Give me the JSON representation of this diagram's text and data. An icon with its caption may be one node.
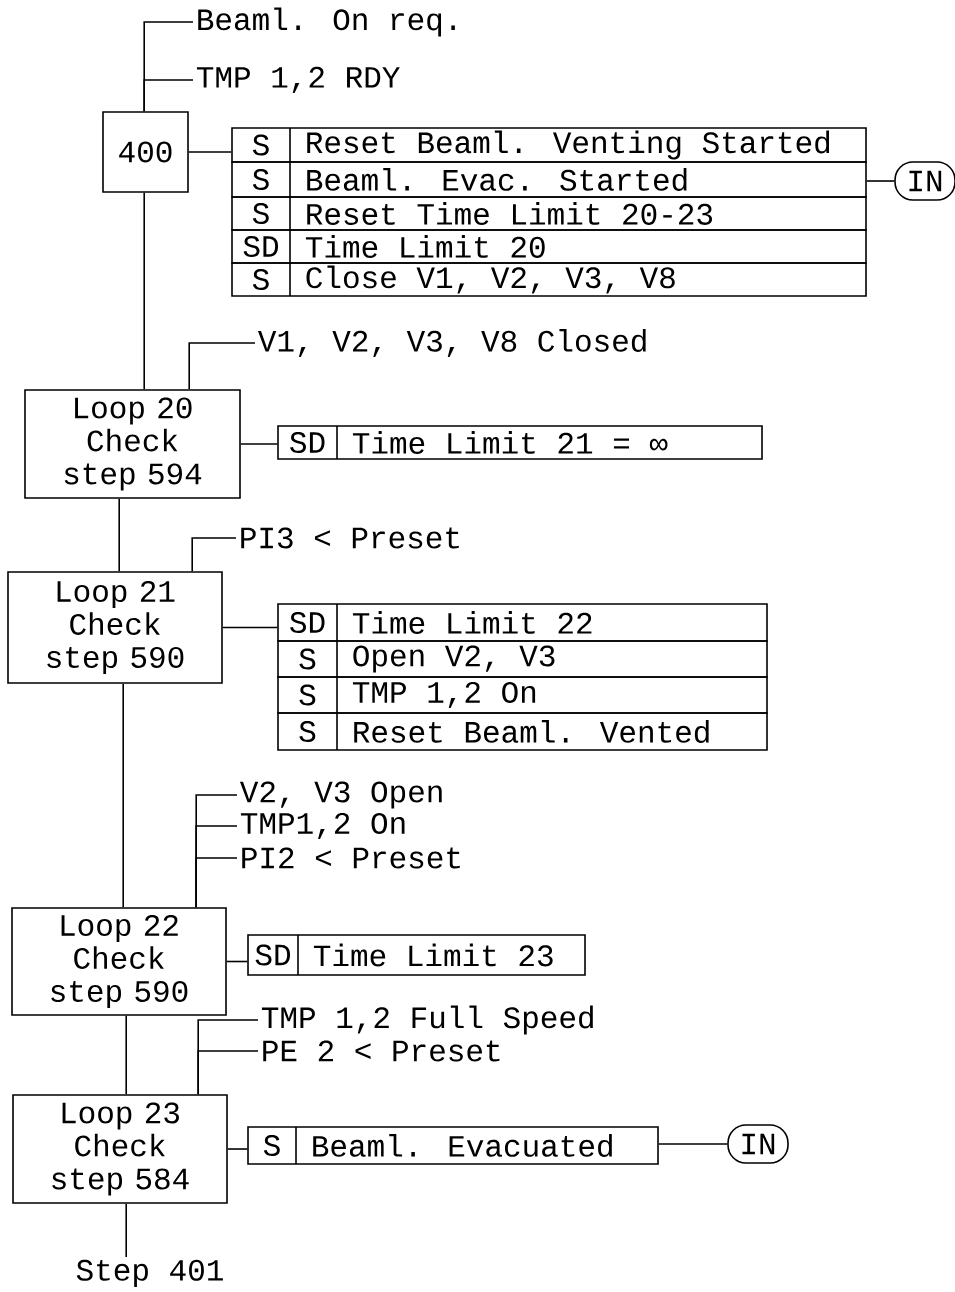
{
  "diagram": {
    "nodes": [
      {
        "text": [
          "Beaml. On req."
        ]
      },
      {
        "text": [
          "TMP 1,2 RDY"
        ]
      },
      {
        "text": [
          "400"
        ]
      },
      {
        "text": [
          "S",
          "Reset Beaml. Venting Started"
        ]
      },
      {
        "text": [
          "S",
          "Beaml. Evac. Started"
        ]
      },
      {
        "text": [
          "S",
          "Reset Time Limit 20-23"
        ]
      },
      {
        "text": [
          "SD",
          "Time Limit 20"
        ]
      },
      {
        "text": [
          "S",
          "Close V1, V2, V3, V8"
        ]
      },
      {
        "text": [
          "IN"
        ]
      },
      {
        "text": [
          "V1, V2, V3, V8 Closed"
        ]
      },
      {
        "text": [
          "Loop 20 Check step 594"
        ]
      },
      {
        "text": [
          "SD",
          "Time Limit 21 = ∞"
        ]
      },
      {
        "text": [
          "PI3 < Preset"
        ]
      },
      {
        "text": [
          "Loop 21 Check step 590"
        ]
      },
      {
        "text": [
          "SD",
          "Time Limit 22"
        ]
      },
      {
        "text": [
          "S",
          "Open V2, V3"
        ]
      },
      {
        "text": [
          "S",
          "TMP 1,2 On"
        ]
      },
      {
        "text": [
          "S",
          "Reset Beaml. Vented"
        ]
      },
      {
        "text": [
          "V2, V3 Open"
        ]
      },
      {
        "text": [
          "TMP1,2 On"
        ]
      },
      {
        "text": [
          "PI2 < Preset"
        ]
      },
      {
        "text": [
          "Loop 22 Check step 590"
        ]
      },
      {
        "text": [
          "SD",
          "Time Limit 23"
        ]
      },
      {
        "text": [
          "TMP 1,2 Full Speed"
        ]
      },
      {
        "text": [
          "PE 2 < Preset"
        ]
      },
      {
        "text": [
          "Loop 23 Check step 584"
        ]
      },
      {
        "text": [
          "S",
          "Beaml. Evacuated"
        ]
      },
      {
        "text": [
          "IN"
        ]
      },
      {
        "text": [
          "Step 401"
        ]
      }
    ],
    "edges": [
      {
        "from": 0,
        "to": 2,
        "arrow": "none"
      },
      {
        "from": 1,
        "to": 2,
        "arrow": "none"
      },
      {
        "from": 2,
        "to": 3,
        "arrow": "none"
      },
      {
        "from": 4,
        "to": 8,
        "arrow": "none"
      },
      {
        "from": 2,
        "to": 10,
        "arrow": "none"
      },
      {
        "from": 9,
        "to": 10,
        "arrow": "none"
      },
      {
        "from": 10,
        "to": 11,
        "arrow": "none"
      },
      {
        "from": 10,
        "to": 13,
        "arrow": "none"
      },
      {
        "from": 12,
        "to": 13,
        "arrow": "none"
      },
      {
        "from": 13,
        "to": 14,
        "arrow": "none"
      },
      {
        "from": 13,
        "to": 21,
        "arrow": "none"
      },
      {
        "from": 18,
        "to": 21,
        "arrow": "none"
      },
      {
        "from": 19,
        "to": 21,
        "arrow": "none"
      },
      {
        "from": 20,
        "to": 21,
        "arrow": "none"
      },
      {
        "from": 21,
        "to": 22,
        "arrow": "none"
      },
      {
        "from": 21,
        "to": 25,
        "arrow": "none"
      },
      {
        "from": 23,
        "to": 25,
        "arrow": "none"
      },
      {
        "from": 24,
        "to": 25,
        "arrow": "none"
      },
      {
        "from": 25,
        "to": 26,
        "arrow": "none"
      },
      {
        "from": 26,
        "to": 27,
        "arrow": "none"
      },
      {
        "from": 25,
        "to": 28,
        "arrow": "none"
      }
    ]
  }
}
